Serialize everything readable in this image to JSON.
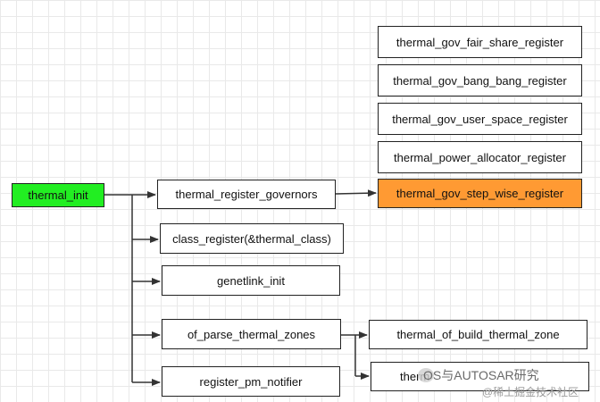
{
  "nodes": {
    "thermal_init": "thermal_init",
    "register_governors": "thermal_register_governors",
    "class_register": "class_register(&thermal_class)",
    "genetlink_init": "genetlink_init",
    "of_parse": "of_parse_thermal_zones",
    "pm_notifier": "register_pm_notifier",
    "fair_share": "thermal_gov_fair_share_register",
    "bang_bang": "thermal_gov_bang_bang_register",
    "user_space": "thermal_gov_user_space_register",
    "power_allocator": "thermal_power_allocator_register",
    "step_wise": "thermal_gov_step_wise_register",
    "build_zone": "thermal_of_build_thermal_zone",
    "partial": "therm"
  },
  "watermark": {
    "line1": "OS与AUTOSAR研究",
    "line2": "@稀土掘金技术社区"
  },
  "colors": {
    "root_fill": "#22ee22",
    "highlight_fill": "#ff9a33"
  }
}
